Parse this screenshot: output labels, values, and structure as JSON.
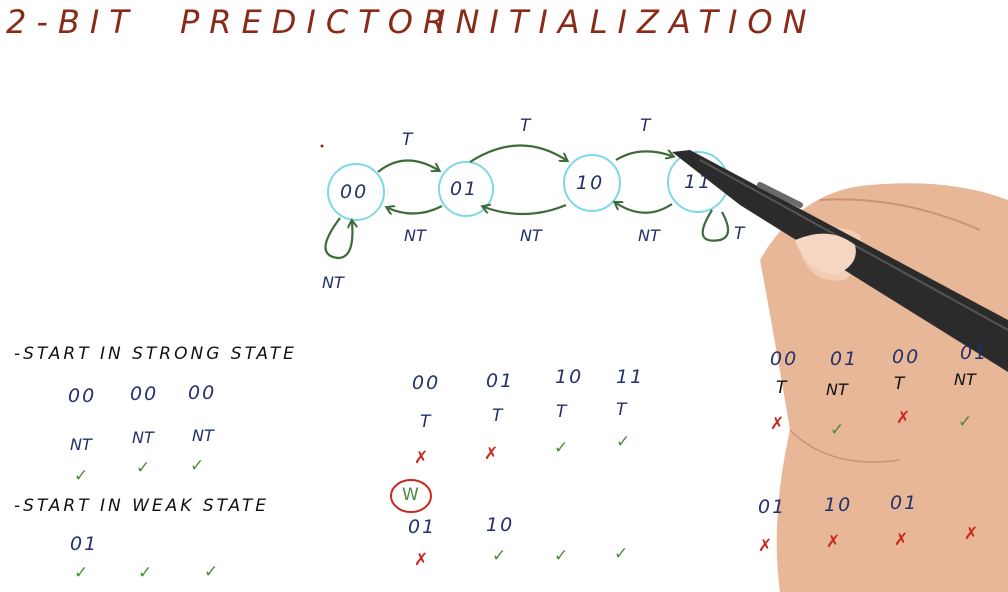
{
  "title": {
    "part1": "2-BIT",
    "part2": "PREDICTOR",
    "part3": "INITIALIZATION"
  },
  "diagram": {
    "states": [
      "00",
      "01",
      "10",
      "11"
    ],
    "forward_label": "T",
    "backward_label": "NT",
    "self_loop_00": "NT",
    "self_loop_11": "T"
  },
  "strong": {
    "heading": "-START IN STRONG STATE",
    "states": [
      "00",
      "00",
      "00"
    ],
    "outcomes": [
      "NT",
      "NT",
      "NT"
    ],
    "marks": [
      "✓",
      "✓",
      "✓"
    ]
  },
  "middle_table": {
    "states": [
      "00",
      "01",
      "10",
      "11"
    ],
    "outcomes": [
      "T",
      "T",
      "T",
      "T"
    ],
    "marks": [
      "✗",
      "✗",
      "✓",
      "✓"
    ]
  },
  "weak": {
    "heading": "-START IN WEAK STATE",
    "circled": "W",
    "state_left": "01",
    "marks_left": [
      "✓",
      "✓",
      "✓"
    ],
    "states_mid": [
      "01",
      "10"
    ],
    "marks_mid": [
      "✗",
      "✓",
      "✓",
      "✓"
    ]
  },
  "right_table": {
    "states": [
      "00",
      "01",
      "00",
      "01"
    ],
    "outcomes": [
      "T",
      "NT",
      "T",
      "NT"
    ],
    "marks": [
      "✗",
      "✓",
      "✗",
      "✓"
    ],
    "states2": [
      "01",
      "10",
      "01"
    ],
    "marks2": [
      "✗",
      "✗",
      "✗",
      "✗"
    ]
  },
  "colors": {
    "title": "#8a2a18",
    "state_circle": "#7fd8e6",
    "arrow": "#3d6b3a",
    "label": "#23306b",
    "check": "#4f8a3a",
    "cross": "#c8281e"
  }
}
